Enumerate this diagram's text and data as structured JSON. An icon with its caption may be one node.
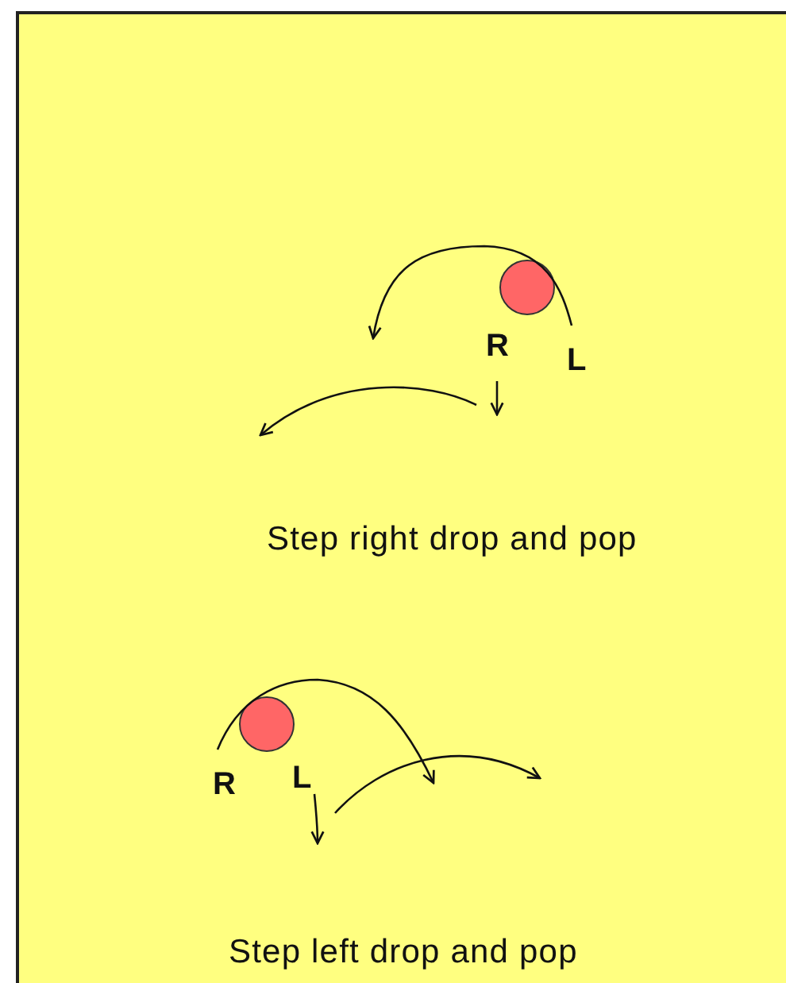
{
  "diagram": {
    "labels": [
      "R",
      "L",
      "Step right drop and pop",
      "R",
      "L",
      "Step left drop and pop"
    ]
  }
}
